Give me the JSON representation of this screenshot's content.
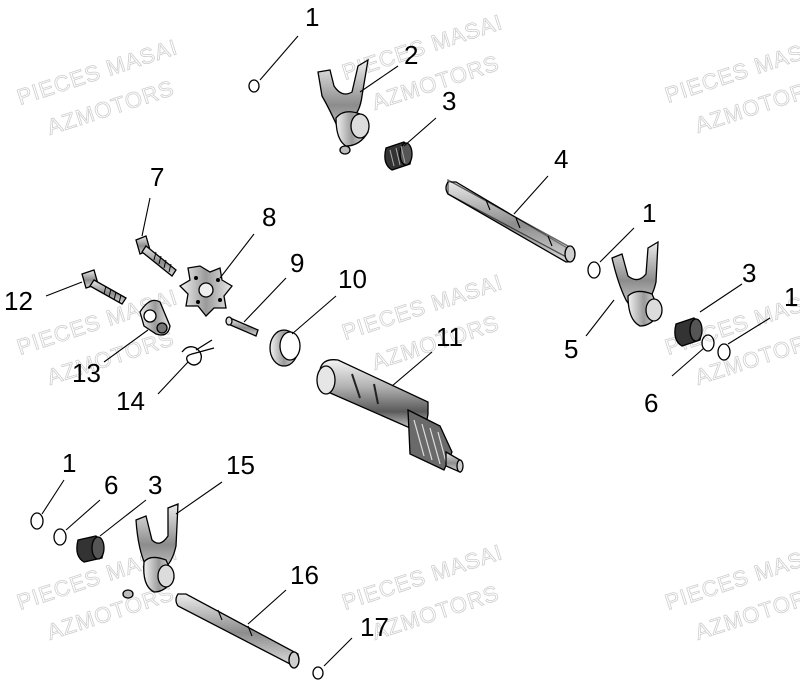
{
  "watermark": {
    "line1": "PIECES MASAI",
    "line2": "AZMOTORS"
  },
  "callouts": [
    {
      "id": "c1a",
      "label": "1"
    },
    {
      "id": "c2",
      "label": "2"
    },
    {
      "id": "c3a",
      "label": "3"
    },
    {
      "id": "c4",
      "label": "4"
    },
    {
      "id": "c1b",
      "label": "1"
    },
    {
      "id": "c3b",
      "label": "3"
    },
    {
      "id": "c1c",
      "label": "1"
    },
    {
      "id": "c5",
      "label": "5"
    },
    {
      "id": "c6a",
      "label": "6"
    },
    {
      "id": "c7",
      "label": "7"
    },
    {
      "id": "c8",
      "label": "8"
    },
    {
      "id": "c9",
      "label": "9"
    },
    {
      "id": "c10",
      "label": "10"
    },
    {
      "id": "c11",
      "label": "11"
    },
    {
      "id": "c12",
      "label": "12"
    },
    {
      "id": "c13",
      "label": "13"
    },
    {
      "id": "c14",
      "label": "14"
    },
    {
      "id": "c1d",
      "label": "1"
    },
    {
      "id": "c6b",
      "label": "6"
    },
    {
      "id": "c3c",
      "label": "3"
    },
    {
      "id": "c15",
      "label": "15"
    },
    {
      "id": "c16",
      "label": "16"
    },
    {
      "id": "c17",
      "label": "17"
    }
  ]
}
